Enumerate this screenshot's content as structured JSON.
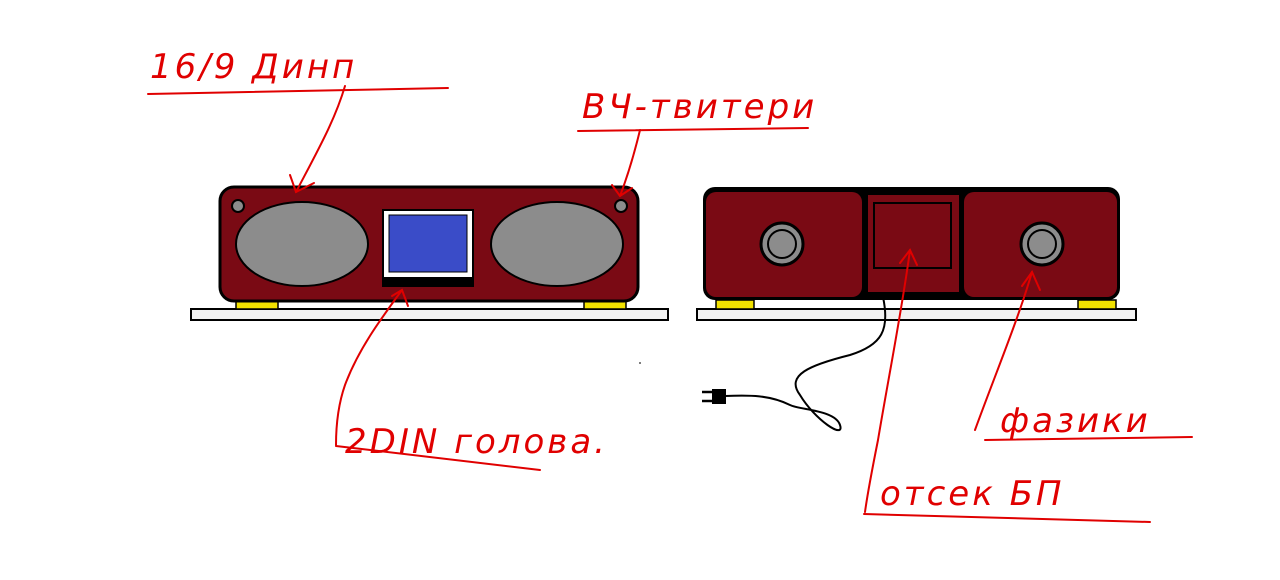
{
  "labels": {
    "woofers": "16/9 Динп",
    "tweeters": "ВЧ-твитери",
    "head_unit": "2DIN голова.",
    "ports": "фазики",
    "psu_bay": "отсек БП"
  },
  "colors": {
    "body": "#7a0a14",
    "outline": "#000000",
    "speaker_grey": "#8c8c8c",
    "screen_blue": "#3a4cc8",
    "feet_yellow": "#f2e200",
    "annotation_red": "#e00000",
    "stand": "#f2f2f2"
  }
}
